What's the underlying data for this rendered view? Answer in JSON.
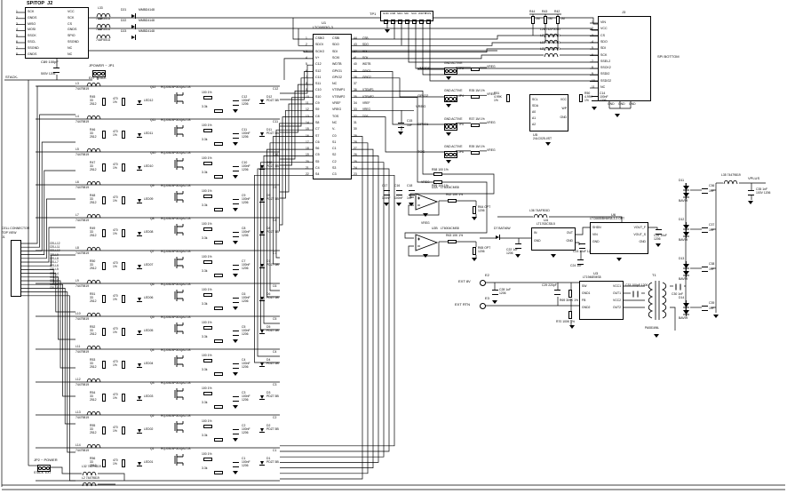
{
  "labels": {
    "stack_neg": "STACK-",
    "vreg": "VREG",
    "vplus": "VPLUS",
    "gnd_active": "GND ACTIVE"
  },
  "top_left_connector": {
    "ref": "J2",
    "title": "SPITOP",
    "pins_left": [
      [
        "1",
        "SCK"
      ],
      [
        "2",
        "GNDS"
      ],
      [
        "3",
        "MISO"
      ],
      [
        "4",
        "MOSI"
      ],
      [
        "5",
        "SSCK"
      ],
      [
        "6",
        "SSCL"
      ],
      [
        "7",
        "SSGND"
      ],
      [
        "8",
        "GNDS"
      ]
    ],
    "pins_right": [
      [
        "16",
        "VCC"
      ],
      [
        "15",
        "SCK"
      ],
      [
        "14",
        "CS"
      ],
      [
        "13",
        "GNDS"
      ],
      [
        "12",
        "SPIO"
      ],
      [
        "11",
        "SSGND"
      ],
      [
        "10",
        "NC"
      ],
      [
        "9",
        "NC"
      ]
    ]
  },
  "top_chokes": [
    {
      "ref": "L33",
      "part": "74AF501D",
      "d_ref": "D21",
      "d_part": "MMBD4148"
    },
    {
      "ref": "L34",
      "part": "74AF501D",
      "d_ref": "D22",
      "d_part": "MMBD4148"
    },
    {
      "ref": "L37",
      "part": "74AF501D",
      "d_ref": "D23",
      "d_part": "MMBD4148"
    }
  ],
  "power_jumper_top": {
    "name": "JPOWER",
    "ref": "JP1",
    "opt_a": "EXT",
    "opt_b": "STACK",
    "cap_ref": "C89",
    "cap_val": "100pF",
    "cap_note": "500V 1206"
  },
  "left_connector": {
    "ref": "J1",
    "title": "CELL CONNECTOR",
    "subtitle": "TOP VIEW"
  },
  "cell_nets": [
    "CELL12",
    "CELL11",
    "CELL10",
    "CELL9",
    "CELL8",
    "CELL7",
    "CELL6",
    "CELL5",
    "CELL4",
    "CELL3",
    "CELL2",
    "CELL1",
    "CELL0"
  ],
  "cells": [
    {
      "ind_ref": "L3",
      "ind_part": "74479819",
      "q_ref": "Q12",
      "q_part": "RQJ0303PGDQALT-B",
      "led": "LED12",
      "r1_ref": "R45",
      "r1_val": "33",
      "r1_pkg": "2512",
      "r2_val": "470",
      "r2_tol": "1%",
      "r3_val": "100",
      "r3_tol": "1%",
      "r4_val": "3.3k",
      "cap_ref": "C12",
      "cap_val": "100nF",
      "cap_pkg": "1206",
      "z_ref": "D12",
      "z_part": "PDZ7.5B",
      "net": "C12"
    },
    {
      "ind_ref": "L4",
      "ind_part": "74479819",
      "q_ref": "Q11",
      "q_part": "RQJ0303PGDQALT-B",
      "led": "LED11",
      "r1_ref": "R46",
      "r1_val": "33",
      "r1_pkg": "2512",
      "r2_val": "470",
      "r2_tol": "1%",
      "r3_val": "100",
      "r3_tol": "1%",
      "r4_val": "3.3k",
      "cap_ref": "C11",
      "cap_val": "100nF",
      "cap_pkg": "1206",
      "z_ref": "D11",
      "z_part": "PDZ7.5B",
      "net": "C11"
    },
    {
      "ind_ref": "L5",
      "ind_part": "74479819",
      "q_ref": "Q10",
      "q_part": "RQJ0303PGDQALT-B",
      "led": "LED10",
      "r1_ref": "R47",
      "r1_val": "33",
      "r1_pkg": "2512",
      "r2_val": "470",
      "r2_tol": "1%",
      "r3_val": "100",
      "r3_tol": "1%",
      "r4_val": "3.3k",
      "cap_ref": "C10",
      "cap_val": "100nF",
      "cap_pkg": "1206",
      "z_ref": "D10",
      "z_part": "PDZ7.5B",
      "net": "C10"
    },
    {
      "ind_ref": "L6",
      "ind_part": "74479819",
      "q_ref": "Q9",
      "q_part": "RQJ0303PGDQALT-B",
      "led": "LED09",
      "r1_ref": "R48",
      "r1_val": "33",
      "r1_pkg": "2512",
      "r2_val": "470",
      "r2_tol": "1%",
      "r3_val": "100",
      "r3_tol": "1%",
      "r4_val": "3.3k",
      "cap_ref": "C9",
      "cap_val": "100nF",
      "cap_pkg": "1206",
      "z_ref": "D9",
      "z_part": "PDZ7.5B",
      "net": "C9"
    },
    {
      "ind_ref": "L7",
      "ind_part": "74479819",
      "q_ref": "Q8",
      "q_part": "RQJ0303PGDQALT-B",
      "led": "LED08",
      "r1_ref": "R49",
      "r1_val": "33",
      "r1_pkg": "2512",
      "r2_val": "470",
      "r2_tol": "1%",
      "r3_val": "100",
      "r3_tol": "1%",
      "r4_val": "3.3k",
      "cap_ref": "C8",
      "cap_val": "100nF",
      "cap_pkg": "1206",
      "z_ref": "D8",
      "z_part": "PDZ7.5B",
      "net": "C8"
    },
    {
      "ind_ref": "L8",
      "ind_part": "74479819",
      "q_ref": "Q7",
      "q_part": "RQJ0303PGDQALT-B",
      "led": "LED07",
      "r1_ref": "R50",
      "r1_val": "33",
      "r1_pkg": "2512",
      "r2_val": "470",
      "r2_tol": "1%",
      "r3_val": "100",
      "r3_tol": "1%",
      "r4_val": "3.3k",
      "cap_ref": "C7",
      "cap_val": "100nF",
      "cap_pkg": "1206",
      "z_ref": "D7",
      "z_part": "PDZ7.5B",
      "net": "C7"
    },
    {
      "ind_ref": "L9",
      "ind_part": "74479819",
      "q_ref": "Q6",
      "q_part": "RQJ0303PGDQALT-B",
      "led": "LED06",
      "r1_ref": "R51",
      "r1_val": "33",
      "r1_pkg": "2512",
      "r2_val": "470",
      "r2_tol": "1%",
      "r3_val": "100",
      "r3_tol": "1%",
      "r4_val": "3.3k",
      "cap_ref": "C6",
      "cap_val": "100nF",
      "cap_pkg": "1206",
      "z_ref": "D6",
      "z_part": "PDZ7.5B",
      "net": "C6"
    },
    {
      "ind_ref": "L10",
      "ind_part": "74479819",
      "q_ref": "Q5",
      "q_part": "RQJ0303PGDQALT-B",
      "led": "LED05",
      "r1_ref": "R52",
      "r1_val": "33",
      "r1_pkg": "2512",
      "r2_val": "470",
      "r2_tol": "1%",
      "r3_val": "100",
      "r3_tol": "1%",
      "r4_val": "3.3k",
      "cap_ref": "C5",
      "cap_val": "100nF",
      "cap_pkg": "1206",
      "z_ref": "D5",
      "z_part": "PDZ7.5B",
      "net": "C5"
    },
    {
      "ind_ref": "L11",
      "ind_part": "74479819",
      "q_ref": "Q4",
      "q_part": "RQJ0303PGDQALT-B",
      "led": "LED04",
      "r1_ref": "R53",
      "r1_val": "33",
      "r1_pkg": "2512",
      "r2_val": "470",
      "r2_tol": "1%",
      "r3_val": "100",
      "r3_tol": "1%",
      "r4_val": "3.3k",
      "cap_ref": "C4",
      "cap_val": "100nF",
      "cap_pkg": "1206",
      "z_ref": "D4",
      "z_part": "PDZ7.5B",
      "net": "C4"
    },
    {
      "ind_ref": "L12",
      "ind_part": "74479819",
      "q_ref": "Q3",
      "q_part": "RQJ0303PGDQALT-B",
      "led": "LED03",
      "r1_ref": "R54",
      "r1_val": "33",
      "r1_pkg": "2512",
      "r2_val": "470",
      "r2_tol": "1%",
      "r3_val": "100",
      "r3_tol": "1%",
      "r4_val": "3.3k",
      "cap_ref": "C3",
      "cap_val": "100nF",
      "cap_pkg": "1206",
      "z_ref": "D3",
      "z_part": "PDZ7.5B",
      "net": "C3"
    },
    {
      "ind_ref": "L13",
      "ind_part": "74479819",
      "q_ref": "Q2",
      "q_part": "RQJ0303PGDQALT-B",
      "led": "LED02",
      "r1_ref": "R55",
      "r1_val": "33",
      "r1_pkg": "2512",
      "r2_val": "470",
      "r2_tol": "1%",
      "r3_val": "100",
      "r3_tol": "1%",
      "r4_val": "3.3k",
      "cap_ref": "C2",
      "cap_val": "100nF",
      "cap_pkg": "1206",
      "z_ref": "D2",
      "z_part": "PDZ7.5B",
      "net": "C2"
    },
    {
      "ind_ref": "L14",
      "ind_part": "74479819",
      "q_ref": "Q1",
      "q_part": "RQJ0303PGDQALT-B",
      "led": "LED01",
      "r1_ref": "R56",
      "r1_val": "33",
      "r1_pkg": "2512",
      "r2_val": "470",
      "r2_tol": "1%",
      "r3_val": "100",
      "r3_tol": "1%",
      "r4_val": "3.3k",
      "cap_ref": "C1",
      "cap_val": "100nF",
      "cap_pkg": "1206",
      "z_ref": "D1",
      "z_part": "PDZ7.5B",
      "net": "C1"
    }
  ],
  "u1": {
    "ref": "U1",
    "part": "LTC6803G-3",
    "pins_left": [
      [
        "1",
        "CSBO"
      ],
      [
        "2",
        "SDOI"
      ],
      [
        "3",
        "SCKO"
      ],
      [
        "4",
        "V+"
      ],
      [
        "5",
        "C12"
      ],
      [
        "6",
        "S12"
      ],
      [
        "7",
        "C11"
      ],
      [
        "8",
        "S11"
      ],
      [
        "9",
        "C10"
      ],
      [
        "10",
        "S10"
      ],
      [
        "11",
        "C9"
      ],
      [
        "12",
        "S9"
      ],
      [
        "13",
        "C8"
      ],
      [
        "14",
        "S8"
      ],
      [
        "15",
        "C7"
      ],
      [
        "16",
        "S7"
      ],
      [
        "17",
        "C6"
      ],
      [
        "18",
        "S6"
      ],
      [
        "19",
        "C5"
      ],
      [
        "20",
        "S5"
      ],
      [
        "21",
        "C4"
      ],
      [
        "22",
        "S4"
      ]
    ],
    "pins_right": [
      [
        "44",
        "CSBI"
      ],
      [
        "43",
        "SDO"
      ],
      [
        "42",
        "SDI"
      ],
      [
        "41",
        "SCKI"
      ],
      [
        "40",
        "WDTB"
      ],
      [
        "39",
        "GPIO1"
      ],
      [
        "38",
        "GPIO2"
      ],
      [
        "37",
        "NC"
      ],
      [
        "36",
        "VTEMP1"
      ],
      [
        "35",
        "VTEMP2"
      ],
      [
        "34",
        "VREF"
      ],
      [
        "33",
        "VREG"
      ],
      [
        "32",
        "TOS"
      ],
      [
        "31",
        "NC"
      ],
      [
        "30",
        "V-"
      ],
      [
        "29",
        "C0"
      ],
      [
        "28",
        "S1"
      ],
      [
        "27",
        "C1"
      ],
      [
        "26",
        "S2"
      ],
      [
        "25",
        "C2"
      ],
      [
        "24",
        "S3"
      ],
      [
        "23",
        "C3"
      ]
    ],
    "net_labels": [
      "CSB",
      "SDO",
      "SDI",
      "SCK",
      "WDTB",
      "GPIO1",
      "GPIO2",
      "",
      "VTEMP1",
      "VTEMP2",
      "VREF",
      "VREG",
      "TOS",
      "",
      "",
      "",
      "",
      "",
      "",
      "",
      "",
      ""
    ]
  },
  "tp1": {
    "ref": "TP1",
    "pins": [
      "GND",
      "CSB",
      "SDO",
      "SDI",
      "SCK",
      "WDTB",
      "TOS"
    ]
  },
  "vreg_cap": {
    "ref": "C15",
    "val": "1uF"
  },
  "gnd_jumpers": [
    {
      "signal": "VMODE",
      "note": "GND ACTIVE",
      "ref": "JP3",
      "res_ref": "",
      "res_val": "",
      "res_tol": "",
      "net": "VREG"
    },
    {
      "signal": "GPIO2",
      "note": "GND ACTIVE",
      "ref": "JP4",
      "res_ref": "R35",
      "res_val": "1M",
      "res_tol": "1%",
      "net": "VREG"
    },
    {
      "signal": "GPIO1",
      "note": "GND ACTIVE",
      "ref": "JP5",
      "res_ref": "R37",
      "res_val": "1M",
      "res_tol": "1%",
      "net": "VREG"
    },
    {
      "signal": "TOS",
      "note": "GND ACTIVE",
      "ref": "JP6",
      "res_ref": "R39",
      "res_val": "1M",
      "res_tol": "1%",
      "net": "VREG"
    }
  ],
  "sense_res": [
    {
      "ref": "R58",
      "val": "100",
      "tol": "1%"
    },
    {
      "ref": "R59",
      "val": "100",
      "tol": "1%"
    }
  ],
  "right_connector": {
    "ref": "J3",
    "title": "SPI BOTTOM",
    "pins_left": [
      [
        "1",
        "VIN"
      ],
      [
        "2",
        "VCC"
      ],
      [
        "3",
        "CS"
      ],
      [
        "4",
        "SDO"
      ],
      [
        "5",
        "SDI"
      ],
      [
        "6",
        "SCK"
      ],
      [
        "7",
        "SSEL2"
      ],
      [
        "8",
        "SSCK2"
      ],
      [
        "9",
        "SSDI2"
      ],
      [
        "10",
        "SSDO2"
      ],
      [
        "11",
        "NC"
      ]
    ],
    "pins_bottom": [
      "GND",
      "GND",
      "GND"
    ]
  },
  "pullups": [
    {
      "ref": "R44",
      "val": "1M"
    },
    {
      "ref": "R43",
      "val": "1M"
    },
    {
      "ref": "R42",
      "val": "1M"
    }
  ],
  "right_chokes": [
    {
      "ref": "L28",
      "part": "74AF501D"
    },
    {
      "ref": "L29",
      "part": "74AF501D"
    },
    {
      "ref": "L30",
      "part": "74AF501D"
    },
    {
      "ref": "L31",
      "part": "74AF501D"
    }
  ],
  "eeprom": {
    "ref": "U5",
    "part": "24LC025-I/ST",
    "pins_left": [
      "SCL",
      "SDA",
      "A0",
      "A1",
      "A2"
    ],
    "pins_right": [
      "VCC",
      "WP",
      "GND"
    ],
    "r_left_ref": "R51",
    "r_left_val": "4.99K",
    "r_left_tol": "1%",
    "r_right_ref": "R50",
    "r_right_val": "4.99K",
    "r_right_tol": "1%",
    "cap_ref": "C14",
    "cap_val": "100nF",
    "cap_pkg": "1206"
  },
  "opamps": [
    {
      "ref": "U2A",
      "part": "LT6004CMS8",
      "vnet": "VREG",
      "r_out_ref": "R62",
      "r_out_val": "10K",
      "r_out_tol": "1%",
      "r_opt_ref": "R64",
      "r_opt_val": "OPT",
      "r_opt_pkg": "1206"
    },
    {
      "ref": "U2B",
      "part": "LT6004CMS8",
      "vnet": "VREG",
      "r_out_ref": "R63",
      "r_out_val": "10K",
      "r_out_tol": "1%",
      "r_opt_ref": "R65",
      "r_opt_val": "OPT",
      "r_opt_pkg": "1206"
    }
  ],
  "opamp_caps": [
    {
      "ref": "C17",
      "val": "100nF",
      "pkg": "1206"
    },
    {
      "ref": "C16",
      "val": "100nF",
      "pkg": "1206"
    },
    {
      "ref": "C18",
      "val": "1nF",
      "pkg": ""
    }
  ],
  "ldo": {
    "ref": "U4",
    "part": "LT1763CS8-5",
    "pins_left": [
      "IN",
      "GND"
    ],
    "pins_right": [
      "OUT",
      "GND"
    ],
    "d_ref": "D7",
    "d_part": "BAT46W",
    "l_ref": "L36",
    "l_part": "74AF501D",
    "cin_ref": "C22",
    "cin_val": "1uF",
    "cin_pkg": "1206",
    "cout_ref": "C23",
    "cout_val": "10uF",
    "cout_pkg": "1206"
  },
  "vref_ic": {
    "ref": "U6",
    "part": "LTC6655BHMS8-3.3 OPT",
    "pins_left": [
      "SHDN",
      "VIN",
      "GND"
    ],
    "pins_right": [
      "VOUT_F",
      "VOUT_S",
      "GND"
    ],
    "cl_ref": "C24",
    "cl_val": "1uF",
    "cr_ref": "C26",
    "cr_val": "10uF",
    "cr_pkg": "1206"
  },
  "ext": {
    "e2_ref": "E2",
    "e2_label": "EXT 8V",
    "e3_ref": "E3",
    "e3_label": "EXT RTN",
    "cap_ref": "C28",
    "cap_val": "1uF",
    "cap_pkg": "1206"
  },
  "boost": {
    "ref": "U3",
    "part": "LT1946EMS8",
    "pins_left": [
      "SW",
      "GND1",
      "FB",
      "GND2"
    ],
    "pins_right": [
      "VCC1",
      "OUT1",
      "VCC2",
      "OUT2"
    ],
    "cfb_ref": "C29",
    "cfb_val": "220pF",
    "rfb1_ref": "R69",
    "rfb1_val": "309K",
    "rfb1_tol": "1%",
    "rfb2_ref": "R70",
    "rfb2_val": "100K",
    "rfb2_tol": "1%",
    "cout_ref": "C33",
    "cout_val": "100pF",
    "cout_pkg": "1206"
  },
  "transformer": {
    "ref": "T1",
    "part": "PA0816NL",
    "cser_ref": "C30",
    "cser_val": "1nF"
  },
  "ladder": [
    {
      "d_ref": "D11",
      "d_part": "BAV99",
      "c_ref": "C36",
      "c_val": "1nF"
    },
    {
      "d_ref": "D12",
      "d_part": "BAV99",
      "c_ref": "C37",
      "c_val": "1nF"
    },
    {
      "d_ref": "D13",
      "d_part": "BAV99",
      "c_ref": "C38",
      "c_val": "1nF"
    },
    {
      "d_ref": "D14",
      "d_part": "BAV99",
      "c_ref": "C39",
      "c_val": "1nF"
    }
  ],
  "out_choke": {
    "ref": "L35",
    "part": "74479819",
    "net": "VPLUS",
    "cap_ref": "C35",
    "cap_val": "1nF",
    "cap_note": "100V 1206"
  },
  "bottom_jumper": {
    "name": "POWER",
    "ref": "JP2",
    "opt_a": "STACK",
    "opt_b": "EXT",
    "l1_ref": "L32",
    "l1_part": "74479819",
    "l2_ref": "L2",
    "l2_part": "74479819"
  }
}
